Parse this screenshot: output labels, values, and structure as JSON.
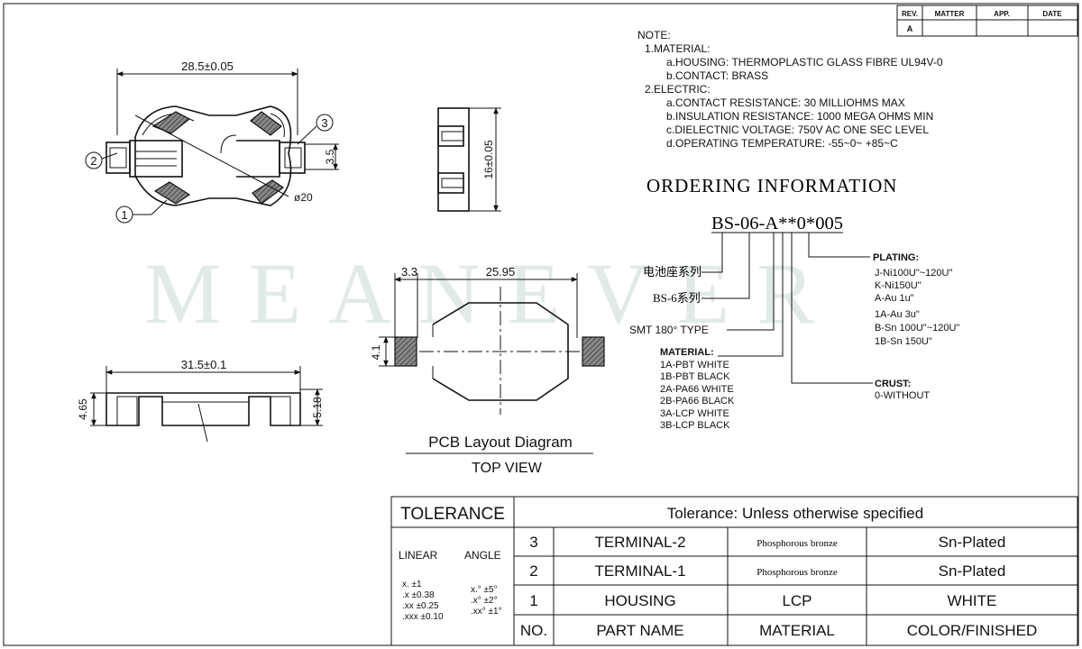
{
  "watermark": "MEANEVER",
  "revision_block": {
    "headers": [
      "REV.",
      "MATTER",
      "APP.",
      "DATE"
    ],
    "rev": "A"
  },
  "notes": {
    "title": "NOTE:",
    "lines": [
      "1.MATERIAL:",
      "a.HOUSING: THERMOPLASTIC GLASS FIBRE UL94V-0",
      "b.CONTACT: BRASS",
      "2.ELECTRIC:",
      "a.CONTACT RESISTANCE: 30 MILLIOHMS MAX",
      "b.INSULATION RESISTANCE: 1000 MEGA OHMS MIN",
      "c.DIELECTNIC VOLTAGE: 750V AC ONE SEC LEVEL",
      "d.OPERATING TEMPERATURE: -55~0~ +85~C"
    ]
  },
  "ordering": {
    "title": "ORDERING INFORMATION",
    "part_code": "BS-06-A**0*005",
    "labels": {
      "series_cn": "电池座系列",
      "bs6_series": "BS-6系列",
      "smt_type": "SMT 180° TYPE",
      "material_title": "MATERIAL:",
      "materials": [
        "1A-PBT WHITE",
        "1B-PBT BLACK",
        "2A-PA66 WHITE",
        "2B-PA66 BLACK",
        "3A-LCP WHITE",
        "3B-LCP BLACK"
      ],
      "plating_title": "PLATING:",
      "platings": [
        "J-Ni100U\"~120U\"",
        "K-Ni150U\"",
        "A-Au 1u\"",
        "1A-Au 3u\"",
        "B-Sn 100U\"~120U\"",
        "1B-Sn 150U\""
      ],
      "crust_title": "CRUST:",
      "crust_value": "0-WITHOUT"
    }
  },
  "dimensions": {
    "top_width": "28.5±0.05",
    "pitch": "3.5",
    "diameter": "ø20",
    "side_height": "16±0.05",
    "bottom_width": "31.5±0.1",
    "height_left": "4.65",
    "height_right": "5.18",
    "pad_offset": "3.3",
    "pad_span": "25.95",
    "pad_height": "4.1"
  },
  "callouts": [
    "1",
    "2",
    "3"
  ],
  "pcb": {
    "title": "PCB Layout Diagram",
    "subtitle": "TOP VIEW"
  },
  "bom": {
    "tolerance_label": "TOLERANCE",
    "tolerance_note": "Tolerance: Unless otherwise specified",
    "linear_label": "LINEAR",
    "angle_label": "ANGLE",
    "linear_values": [
      "x.   ±1",
      ".x   ±0.38",
      ".xx  ±0.25",
      ".xxx ±0.10"
    ],
    "angle_values": [
      "x.°  ±5°",
      ".x°  ±2°",
      ".xx° ±1°"
    ],
    "rows": [
      {
        "no": "3",
        "part": "TERMINAL-2",
        "material": "Phosphorous bronze",
        "finish": "Sn-Plated"
      },
      {
        "no": "2",
        "part": "TERMINAL-1",
        "material": "Phosphorous bronze",
        "finish": "Sn-Plated"
      },
      {
        "no": "1",
        "part": "HOUSING",
        "material": "LCP",
        "finish": "WHITE"
      }
    ],
    "headers": {
      "no": "NO.",
      "part": "PART NAME",
      "material": "MATERIAL",
      "finish": "COLOR/FINISHED"
    }
  }
}
